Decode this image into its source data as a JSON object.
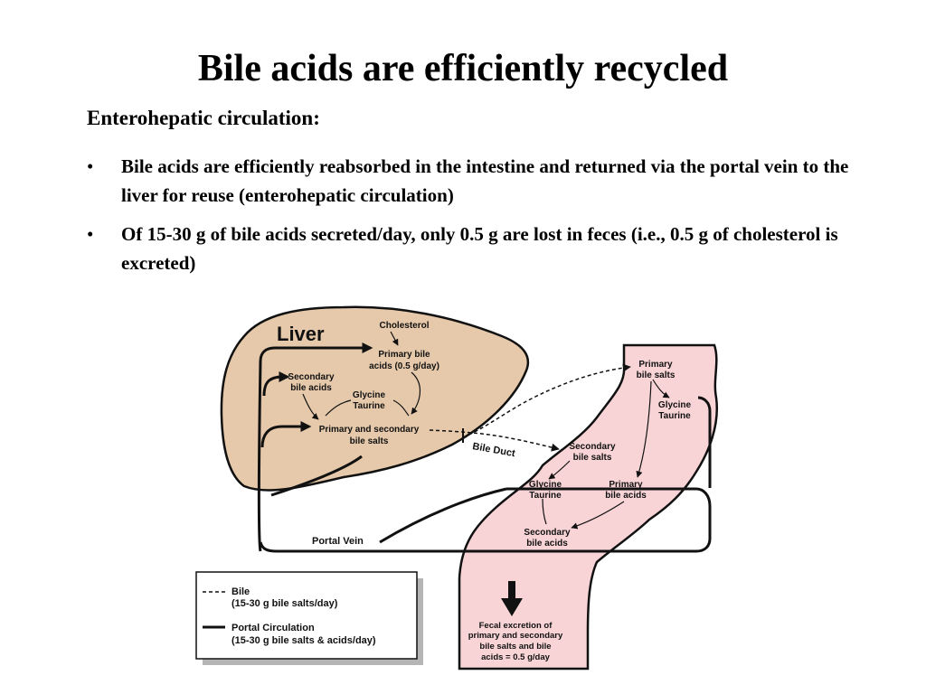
{
  "slide": {
    "title": "Bile acids are efficiently recycled",
    "subtitle": "Enterohepatic circulation:",
    "bullets": [
      "Bile acids are efficiently reabsorbed in the intestine and returned via the portal vein to the liver for reuse (enterohepatic circulation)",
      "Of 15-30 g of bile acids secreted/day, only 0.5 g are lost in feces (i.e., 0.5 g of cholesterol is excreted)"
    ],
    "bullet_symbol": "•"
  },
  "diagram": {
    "liver_label": "Liver",
    "liver": {
      "cholesterol": "Cholesterol",
      "primary_bile_acids": [
        "Primary bile",
        "acids (0.5 g/day)"
      ],
      "secondary_bile_acids": [
        "Secondary",
        "bile acids"
      ],
      "glycine_taurine": [
        "Glycine",
        "Taurine"
      ],
      "primary_secondary_salts": [
        "Primary and secondary",
        "bile salts"
      ]
    },
    "bile_duct_label": "Bile Duct",
    "portal_vein_label": "Portal Vein",
    "intestine": {
      "primary_bile_salts": [
        "Primary",
        "bile salts"
      ],
      "glycine_taurine_upper": [
        "Glycine",
        "Taurine"
      ],
      "secondary_bile_salts": [
        "Secondary",
        "bile salts"
      ],
      "glycine_taurine_lower": [
        "Glycine",
        "Taurine"
      ],
      "primary_bile_acids": [
        "Primary",
        "bile acids"
      ],
      "secondary_bile_acids": [
        "Secondary",
        "bile acids"
      ]
    },
    "fecal": [
      "Fecal excretion of",
      "primary and secondary",
      "bile salts and bile",
      "acids = 0.5 g/day"
    ],
    "legend": {
      "bile_title": "Bile",
      "bile_sub": "(15-30 g bile salts/day)",
      "portal_title": "Portal Circulation",
      "portal_sub": "(15-30 g bile salts & acids/day)"
    },
    "colors": {
      "liver_fill": "#e6c9aa",
      "intestine_fill": "#f8d4d6",
      "legend_shadow": "#b5b5b5"
    }
  }
}
